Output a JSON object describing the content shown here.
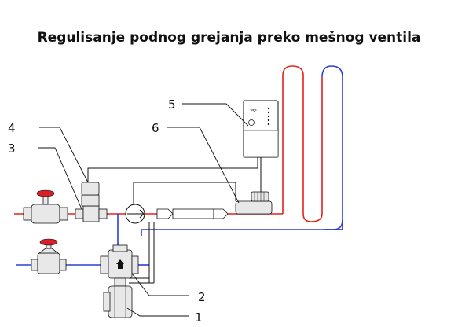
{
  "title": "Regulisanje podnog grejanja preko mešnog ventila",
  "labels": {
    "l1": "1",
    "l2": "2",
    "l3": "3",
    "l4": "4",
    "l5": "5",
    "l6": "6"
  },
  "controller_display": "25°",
  "colors": {
    "supply": "#e2231a",
    "return": "#2b3fd6",
    "line": "#111111",
    "handwheel": "#d61f26",
    "body": "#e8e8e8"
  }
}
